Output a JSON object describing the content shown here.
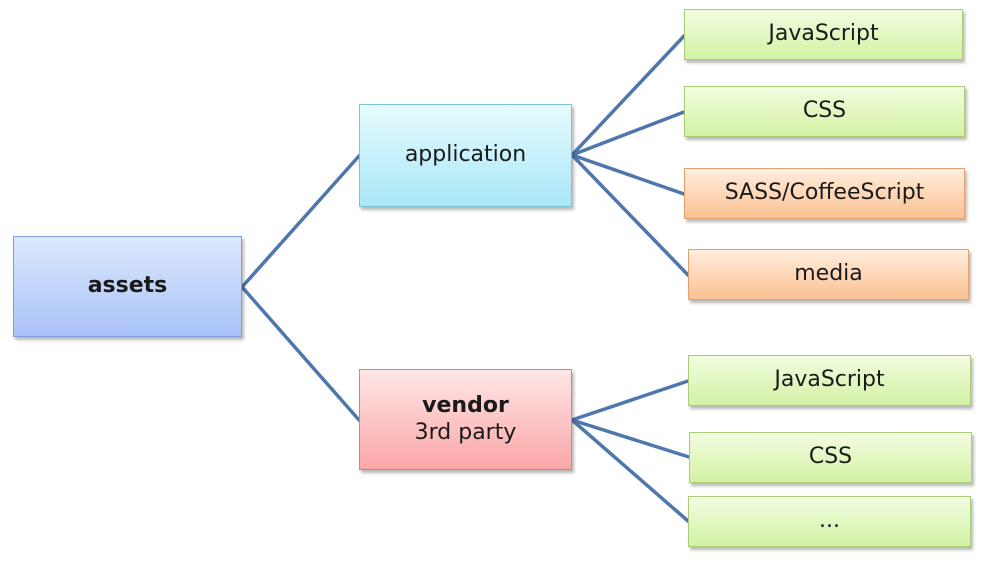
{
  "diagram": {
    "root": {
      "label": "assets"
    },
    "application": {
      "label": "application",
      "children": [
        "JavaScript",
        "CSS",
        "SASS/CoffeeScript",
        "media"
      ]
    },
    "vendor": {
      "label": "vendor",
      "sublabel": "3rd party",
      "children": [
        "JavaScript",
        "CSS",
        "..."
      ]
    },
    "colors": {
      "connector": "#4f76ad",
      "root": "#a9c3f7",
      "application": "#a9e7f8",
      "vendor": "#fba7a7",
      "green_leaf": "#d2f2a4",
      "orange_leaf": "#fcc192"
    }
  }
}
